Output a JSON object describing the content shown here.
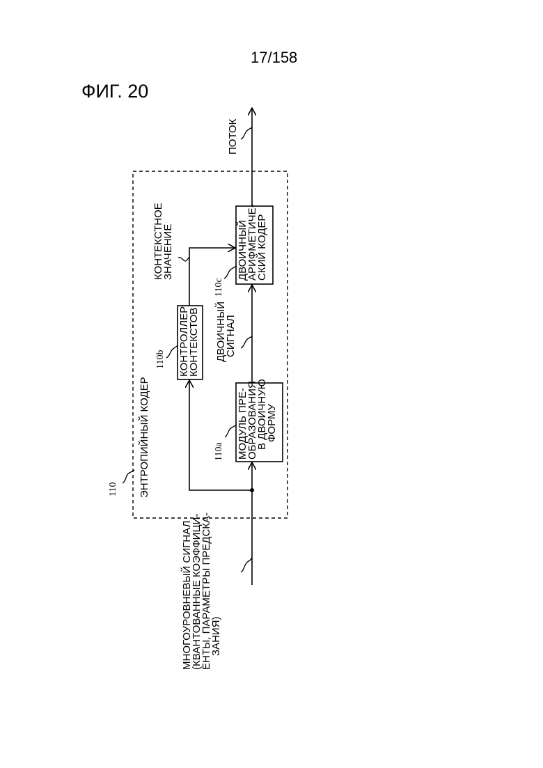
{
  "header": {
    "page_number": "17/158",
    "figure_title": "ФИГ. 20"
  },
  "entropy_coder": {
    "ref": "110",
    "label": "ЭНТРОПИЙНЫЙ КОДЕР"
  },
  "input_signal": {
    "lines": [
      "МНОГОУРОВНЕВЫЙ СИГНАЛ",
      "(КВАНТОВАННЫЕ КОЭФФИЦИ-",
      "ЕНТЫ, ПАРАМЕТРЫ ПРЕДСКА-",
      "ЗАНИЯ)"
    ]
  },
  "binarizer": {
    "ref": "110a",
    "lines": [
      "МОДУЛЬ ПРЕ-",
      "ОБРАЗОВАНИЯ",
      "В ДВОИЧНУЮ",
      "ФОРМУ"
    ]
  },
  "context_controller": {
    "ref": "110b",
    "lines": [
      "КОНТРОЛЛЕР",
      "КОНТЕКСТОВ"
    ]
  },
  "arithmetic_coder": {
    "ref": "110c",
    "lines": [
      "ДВОИЧНЫЙ",
      "АРИФМЕТИЧЕ-",
      "СКИЙ КОДЕР"
    ]
  },
  "binary_signal": {
    "lines": [
      "ДВОИЧНЫЙ",
      "СИГНАЛ"
    ]
  },
  "context_value": {
    "lines": [
      "КОНТЕКСТНОЕ",
      "ЗНАЧЕНИЕ"
    ]
  },
  "output_stream": {
    "label": "ПОТОК"
  }
}
